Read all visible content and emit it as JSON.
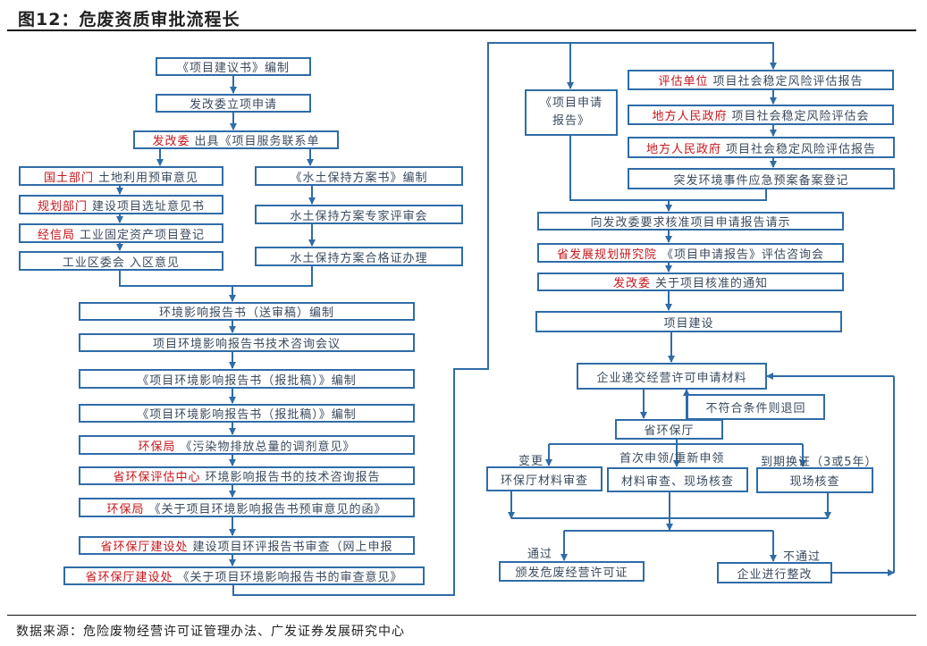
{
  "title": "图12：危废资质审批流程长",
  "source": "数据来源：危险废物经营许可证管理办法、广发证券发展研究中心",
  "boxes": {
    "b1": {
      "red": "",
      "text": "《项目建议书》编制"
    },
    "b2": {
      "red": "",
      "text": "发改委立项申请"
    },
    "b3": {
      "red": "发改委",
      "text": "出具《项目服务联系单"
    },
    "l1": {
      "red": "国土部门",
      "text": "土地利用预审意见"
    },
    "l2": {
      "red": "规划部门",
      "text": "建设项目选址意见书"
    },
    "l3": {
      "red": "经信局",
      "text": "工业固定资产项目登记"
    },
    "l4": {
      "red": "",
      "text": "工业区委会 入区意见"
    },
    "r1": {
      "red": "",
      "text": "《水土保持方案书》编制"
    },
    "r2": {
      "red": "",
      "text": "水土保持方案专家评审会"
    },
    "r3": {
      "red": "",
      "text": "水土保持方案合格证办理"
    },
    "e1": {
      "red": "",
      "text": "环境影响报告书（送审稿）编制"
    },
    "e2": {
      "red": "",
      "text": "项目环境影响报告书技术咨询会议"
    },
    "e3": {
      "red": "",
      "text": "《项目环境影响报告书（报批稿）》编制"
    },
    "e4": {
      "red": "",
      "text": "《项目环境影响报告书（报批稿）》编制"
    },
    "e5": {
      "red": "环保局",
      "text": "《污染物排放总量的调剂意见》"
    },
    "e6": {
      "red": "省环保评估中心",
      "text": "环境影响报告书的技术咨询报告"
    },
    "e7": {
      "red": "环保局",
      "text": "《关于项目环境影响报告书预审意见的函》"
    },
    "e8": {
      "red": "省环保厅建设处",
      "text": "建设项目环评报告书审查（网上申报"
    },
    "e9": {
      "red": "省环保厅建设处",
      "text": "《关于项目环境影响报告书的审查意见》"
    },
    "p1": {
      "red": "",
      "text": "《项目申请报告》"
    },
    "a1": {
      "red": "评估单位",
      "text": "项目社会稳定风险评估报告"
    },
    "a2": {
      "red": "地方人民政府",
      "text": "项目社会稳定风险评估会"
    },
    "a3": {
      "red": "地方人民政府",
      "text": "项目社会稳定风险评估报告"
    },
    "a4": {
      "red": "",
      "text": "突发环境事件应急预案备案登记"
    },
    "c1": {
      "red": "",
      "text": "向发改委要求核准项目申请报告请示"
    },
    "c2": {
      "red": "省发展规划研究院",
      "text": "《项目申请报告》评估咨询会"
    },
    "c3": {
      "red": "发改委",
      "text": "关于项目核准的通知"
    },
    "c4": {
      "red": "",
      "text": "项目建设"
    },
    "s1": {
      "red": "",
      "text": "企业递交经营许可申请材料"
    },
    "s2": {
      "red": "",
      "text": "不符合条件则退回"
    },
    "s3": {
      "red": "",
      "text": "省环保厅"
    },
    "d1": {
      "red": "",
      "text": "环保厅材料审查"
    },
    "d2": {
      "red": "",
      "text": "材料审查、现场核查"
    },
    "d3": {
      "red": "",
      "text": "现场核查"
    },
    "f1": {
      "red": "",
      "text": "颁发危废经营许可证"
    },
    "f2": {
      "red": "",
      "text": "企业进行整改"
    }
  },
  "labels": {
    "change": "变更",
    "first": "首次申领/重新申领",
    "renew": "到期换证（3或5年）",
    "pass": "通过",
    "fail": "不通过"
  },
  "colors": {
    "line": "#2f6ca8",
    "highlight": "#c4161c",
    "text": "#3a4a5e"
  }
}
